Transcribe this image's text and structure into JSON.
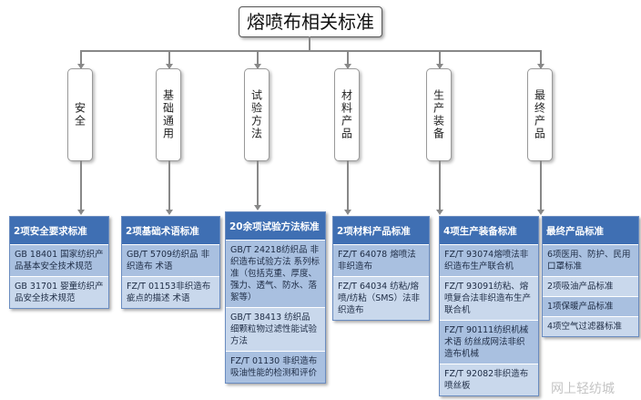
{
  "title": "熔喷布相关标准",
  "categories": [
    "安全",
    "基础通用",
    "试验方法",
    "材料产品",
    "生产装备",
    "最终产品"
  ],
  "groups": [
    {
      "header": "2项安全要求标准",
      "rows": [
        "GB 18401 国家纺织产品基本安全技术规范",
        "GB 31701 婴童纺织产品安全技术规范"
      ]
    },
    {
      "header": "2项基础术语标准",
      "rows": [
        "GB/T 5709纺织品 非织造布 术语",
        "FZ/T 01153非织造布疵点的描述 术语"
      ]
    },
    {
      "header": "20余项试验方法标准",
      "rows": [
        "GB/T 24218纺织品 非织造布试验方法 系列标准（包括克重、厚度、强力、透气、防水、落絮等）",
        "GB/T 38413 纺织品 细颗粒物过滤性能试验方法",
        "FZ/T 01130 非织造布吸油性能的检测和评价"
      ]
    },
    {
      "header": "2项材料产品标准",
      "rows": [
        "FZ/T 64078 熔喷法非织造布",
        "FZ/T 64034 纺粘/熔喷/纺粘（SMS）法非织造布"
      ]
    },
    {
      "header": "4项生产装备标准",
      "rows": [
        "FZ/T 93074熔喷法非织造布生产联合机",
        "FZ/T 93091纺粘、熔喷复合法非织造布生产联合机",
        "FZ/T 90111纺织机械术语 纺丝成网法非织造布机械",
        "FZ/T 92082非织造布喷丝板"
      ]
    },
    {
      "header": "最终产品标准",
      "rows": [
        "6项医用、防护、民用口罩标准",
        "2项吸油产品标准",
        "1项保暖产品标准",
        "4项空气过滤器标准"
      ]
    }
  ],
  "watermark": "网上轻纺城"
}
